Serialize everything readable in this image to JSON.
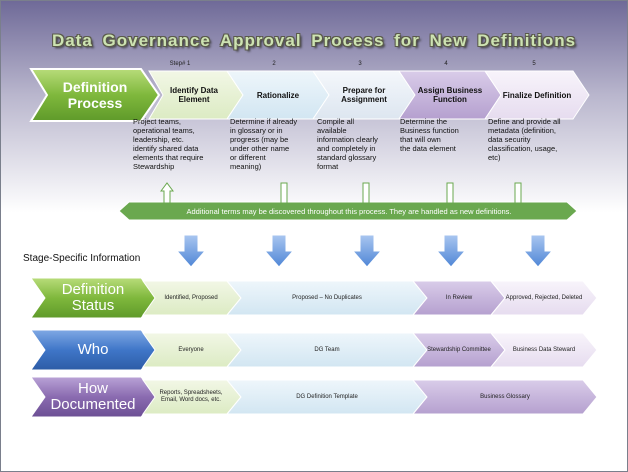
{
  "title": "Data Governance Approval Process for New Definitions",
  "process_label": "Definition Process",
  "steps": [
    {
      "number": "Step# 1",
      "label": "Identify Data Element",
      "description": "Project teams,\noperational teams,\nleadership, etc.\nidentify shared data\nelements that require\nStewardship"
    },
    {
      "number": "2",
      "label": "Rationalize",
      "description": "Determine if already\nin glossary or in\nprogress (may be\nunder other name\nor different\nmeaning)"
    },
    {
      "number": "3",
      "label": "Prepare for Assignment",
      "description": "Compile all\navailable\ninformation clearly\nand completely in\nstandard glossary\nformat"
    },
    {
      "number": "4",
      "label": "Assign Business Function",
      "description": "Determine the\nBusiness function\nthat will own\nthe data element"
    },
    {
      "number": "5",
      "label": "Finalize Definition",
      "description": "Define and provide all\nmetadata (definition,\ndata security\nclassification, usage,\netc)"
    }
  ],
  "banner": "Additional terms may be discovered throughout this process. They are handled as new definitions.",
  "stage_info_label": "Stage-Specific Information",
  "rows": [
    {
      "label": "Definition Status",
      "cells": [
        "Identified, Proposed",
        "Proposed – No Duplicates",
        "In Review",
        "Approved, Rejected, Deleted"
      ]
    },
    {
      "label": "Who",
      "cells": [
        "Everyone",
        "DG Team",
        "Stewardship Committee",
        "Business Data Steward"
      ]
    },
    {
      "label": "How Documented",
      "cells": [
        "Reports, Spreadsheets, Email, Word docs, etc.",
        "DG Definition Template",
        "Business Glossary"
      ]
    }
  ],
  "colors": {
    "green": "#8bc34a",
    "blue": "#3f76c8",
    "purple": "#8a6bb0",
    "banner": "#6aa84f",
    "arrow_down": "#5b8fd9"
  }
}
